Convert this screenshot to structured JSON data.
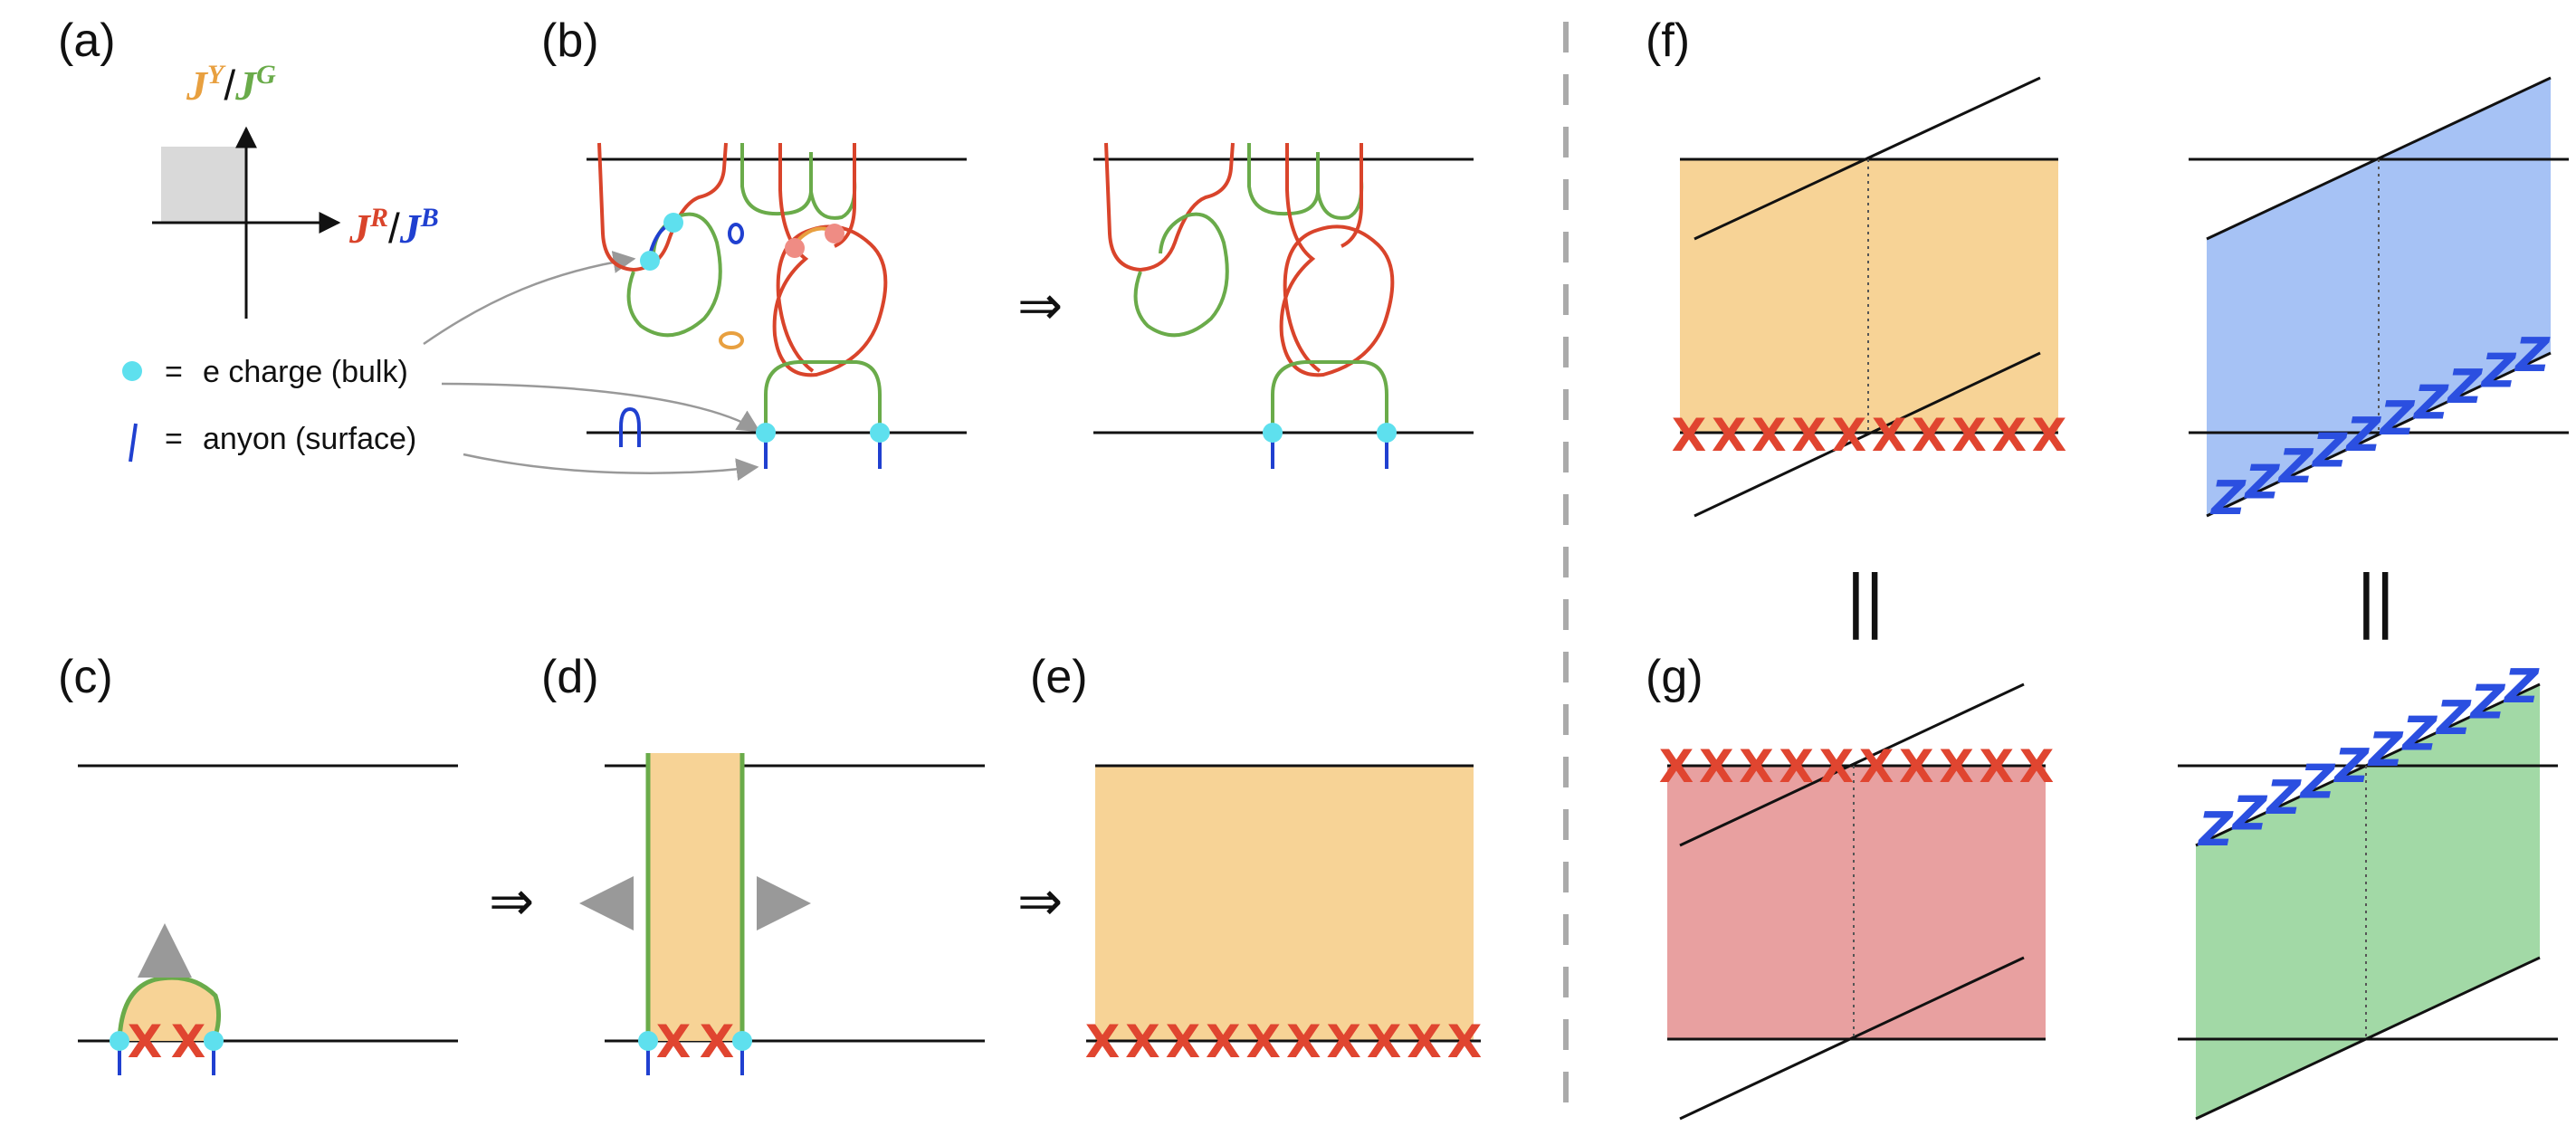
{
  "colors": {
    "red": "#d9442b",
    "green": "#6aab4a",
    "blue": "#2040d0",
    "orange": "#e8a040",
    "cyan": "#5ee0ee",
    "pink": "#ef8c84",
    "orange_fill": "#f7d396",
    "blue_fill": "#a6c2f5",
    "red_fill": "#e8a0a0",
    "green_fill": "#a2d9a6",
    "gray": "#999999"
  },
  "panels": {
    "a": "(a)",
    "b": "(b)",
    "c": "(c)",
    "d": "(d)",
    "e": "(e)",
    "f": "(f)",
    "g": "(g)"
  },
  "axis_labels": {
    "y": {
      "j1": "J",
      "s1": "Y",
      "slash": "/",
      "j2": "J",
      "s2": "G"
    },
    "x": {
      "j1": "J",
      "s1": "R",
      "slash": "/",
      "j2": "J",
      "s2": "B"
    }
  },
  "legend": {
    "equals": "=",
    "charge": "e charge (bulk)",
    "anyon": "anyon (surface)"
  },
  "symbols": {
    "implies": "⇒",
    "equal_bars": "||",
    "x": "X",
    "z": "Z"
  },
  "marks": {
    "c": 2,
    "d": 2,
    "e": 10,
    "f": 10,
    "g": 10,
    "f_z": 10,
    "g_z": 10
  }
}
